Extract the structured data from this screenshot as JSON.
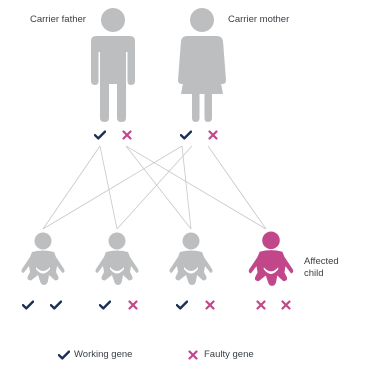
{
  "colors": {
    "figure_gray": "#bcbec0",
    "affected": "#c1478a",
    "check": "#1b3057",
    "cross": "#c1478a",
    "line": "#c8c8c8"
  },
  "parents": {
    "father_label": "Carrier father",
    "mother_label": "Carrier mother"
  },
  "children": {
    "affected_label_line1": "Affected",
    "affected_label_line2": "child"
  },
  "legend": {
    "working_label": "Working gene",
    "faulty_label": "Faulty gene",
    "working_icon": "check-icon",
    "faulty_icon": "cross-icon"
  }
}
